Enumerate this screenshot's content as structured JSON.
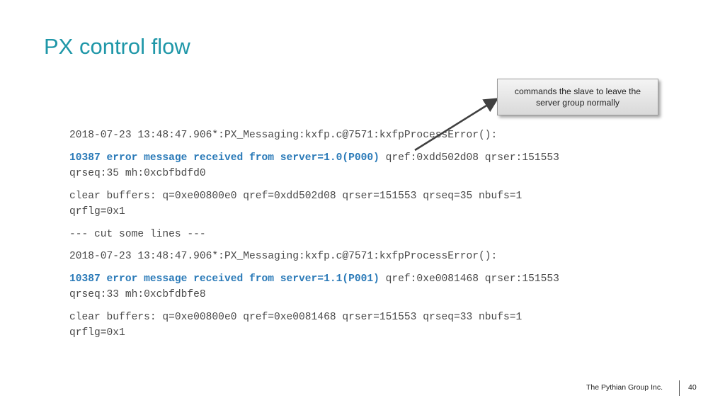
{
  "slide": {
    "title": "PX control flow",
    "callout": "commands the slave to leave the server group normally",
    "log": [
      {
        "plain": "2018-07-23 13:48:47.906*:PX_Messaging:kxfp.c@7571:kxfpProcessError():"
      },
      {
        "highlight": "10387 error message received from server=1.0(P000)",
        "rest_line1": " qref:0xdd502d08 qrser:151553",
        "line2": "qrseq:35 mh:0xcbfbdfd0"
      },
      {
        "line1": "clear buffers: q=0xe00800e0 qref=0xdd502d08 qrser=151553 qrseq=35 nbufs=1",
        "line2": "qrflg=0x1"
      },
      {
        "plain": "--- cut some lines ---"
      },
      {
        "plain": "2018-07-23 13:48:47.906*:PX_Messaging:kxfp.c@7571:kxfpProcessError():"
      },
      {
        "highlight": "10387 error message received from server=1.1(P001)",
        "rest_line1": " qref:0xe0081468 qrser:151553",
        "line2": "qrseq:33 mh:0xcbfdbfe8"
      },
      {
        "line1": "clear buffers: q=0xe00800e0 qref=0xe0081468 qrser=151553 qrseq=33 nbufs=1",
        "line2": "qrflg=0x1"
      }
    ],
    "footer": {
      "company": "The Pythian Group Inc.",
      "page_number": "40"
    },
    "colors": {
      "title": "#1f97a8",
      "highlight": "#2a7ab8",
      "body_text": "#4a4a4a",
      "arrow": "#404040"
    }
  }
}
